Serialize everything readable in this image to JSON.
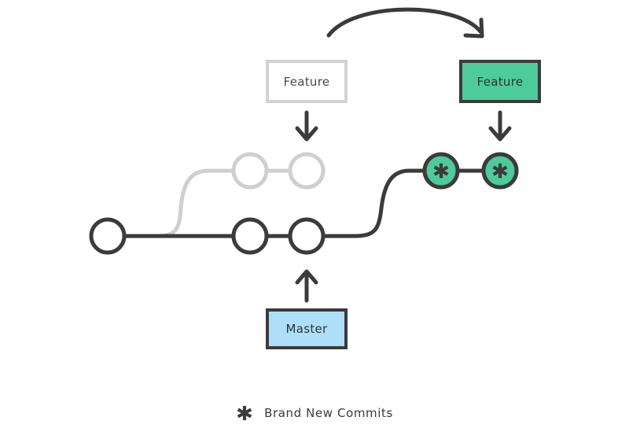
{
  "diagram": {
    "type": "git-branching-diagram",
    "background_color": "#ffffff",
    "colors": {
      "dark": "#3b3b3b",
      "faded_gray": "#cfcfcf",
      "green": "#4ecb9b",
      "blue": "#ade0f8",
      "white": "#ffffff"
    },
    "labels": {
      "feature_old": "Feature",
      "feature_new": "Feature",
      "master": "Master"
    },
    "legend": {
      "icon": "asterisk-icon",
      "text": "Brand New Commits"
    },
    "branches": [
      {
        "name": "master",
        "state": "active",
        "commit_count": 3,
        "commits": [
          {
            "id": "master-commit-1",
            "style": "outline-dark"
          },
          {
            "id": "master-commit-2",
            "style": "outline-dark"
          },
          {
            "id": "master-commit-3",
            "style": "outline-dark"
          }
        ]
      },
      {
        "name": "feature-old",
        "state": "faded",
        "commit_count": 2,
        "commits": [
          {
            "id": "feature-old-commit-1",
            "style": "outline-gray"
          },
          {
            "id": "feature-old-commit-2",
            "style": "outline-gray"
          }
        ]
      },
      {
        "name": "feature-new",
        "state": "new",
        "commit_count": 2,
        "commits": [
          {
            "id": "feature-new-commit-1",
            "style": "filled-green-asterisk"
          },
          {
            "id": "feature-new-commit-2",
            "style": "filled-green-asterisk"
          }
        ]
      }
    ],
    "arrows": [
      {
        "name": "arrow-to-feature-old",
        "direction": "down"
      },
      {
        "name": "arrow-to-feature-new",
        "direction": "down"
      },
      {
        "name": "arrow-to-master",
        "direction": "up"
      },
      {
        "name": "arrow-rebase-curve",
        "direction": "arc-right"
      }
    ]
  }
}
